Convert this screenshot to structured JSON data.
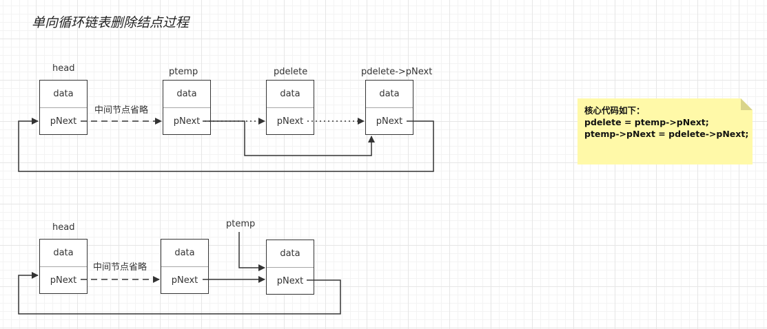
{
  "title": "单向循环链表删除结点过程",
  "diagram1": {
    "labels": {
      "head": "head",
      "ptemp": "ptemp",
      "pdelete": "pdelete",
      "pdelete_next": "pdelete->pNext",
      "omitted": "中间节点省略"
    },
    "nodes": [
      {
        "data": "data",
        "next": "pNext"
      },
      {
        "data": "data",
        "next": "pNext"
      },
      {
        "data": "data",
        "next": "pNext"
      },
      {
        "data": "data",
        "next": "pNext"
      }
    ]
  },
  "diagram2": {
    "labels": {
      "head": "head",
      "ptemp": "ptemp",
      "omitted": "中间节点省略"
    },
    "nodes": [
      {
        "data": "data",
        "next": "pNext"
      },
      {
        "data": "data",
        "next": "pNext"
      },
      {
        "data": "data",
        "next": "pNext"
      }
    ]
  },
  "note": {
    "heading": "核心代码如下：",
    "line1": "pdelete = ptemp->pNext;",
    "line2": "ptemp->pNext = pdelete->pNext;",
    "color": "#fff9a8"
  }
}
